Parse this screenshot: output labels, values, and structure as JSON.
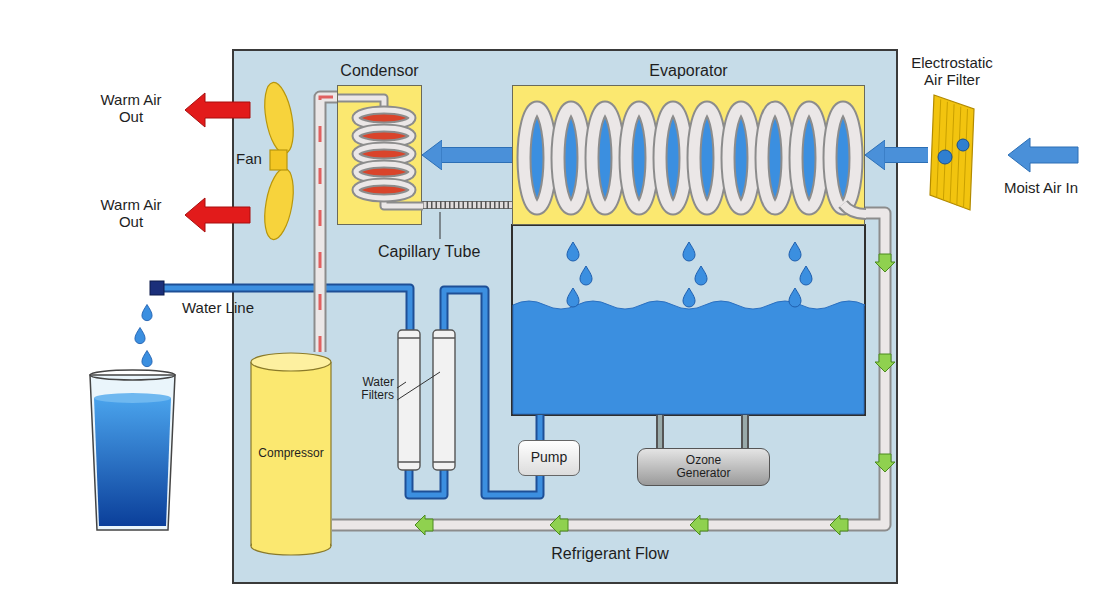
{
  "diagram": {
    "nodes": [
      {
        "text": [
          "Condensor"
        ]
      },
      {
        "text": [
          "Evaporator"
        ]
      },
      {
        "text": [
          "Electrostatic Air Filter"
        ]
      },
      {
        "text": [
          "Compressor"
        ]
      },
      {
        "text": [
          "Pump"
        ]
      },
      {
        "text": [
          "Ozone Generator"
        ]
      }
    ],
    "edges": [
      {
        "from": 2,
        "to": 1,
        "arrow": "to"
      },
      {
        "from": 1,
        "to": 0,
        "arrow": "to"
      },
      {
        "from": 3,
        "to": 0,
        "arrow": "none"
      },
      {
        "from": 0,
        "to": 1,
        "arrow": "none"
      },
      {
        "from": 1,
        "to": 3,
        "arrow": "none"
      }
    ],
    "labels": [
      "Warm Air Out",
      "Warm Air Out",
      "Fan",
      "Capillary Tube",
      "Water Line",
      "Water Filters",
      "Moist Air In",
      "Refrigerant Flow"
    ]
  }
}
